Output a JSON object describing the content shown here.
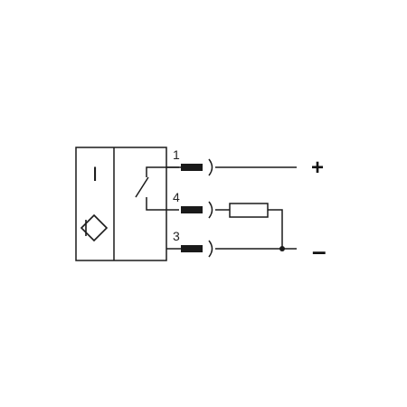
{
  "colors": {
    "line": "#1a1a1a",
    "background": "#ffffff"
  },
  "sensor": {
    "symbol_text": "I",
    "symbol_icon": "inductive-sensor-diamond-icon"
  },
  "terminals": [
    {
      "pin": "1"
    },
    {
      "pin": "4"
    },
    {
      "pin": "3"
    }
  ],
  "supply": {
    "positive": "+",
    "negative": "–"
  },
  "load": {
    "icon": "resistor-icon"
  }
}
